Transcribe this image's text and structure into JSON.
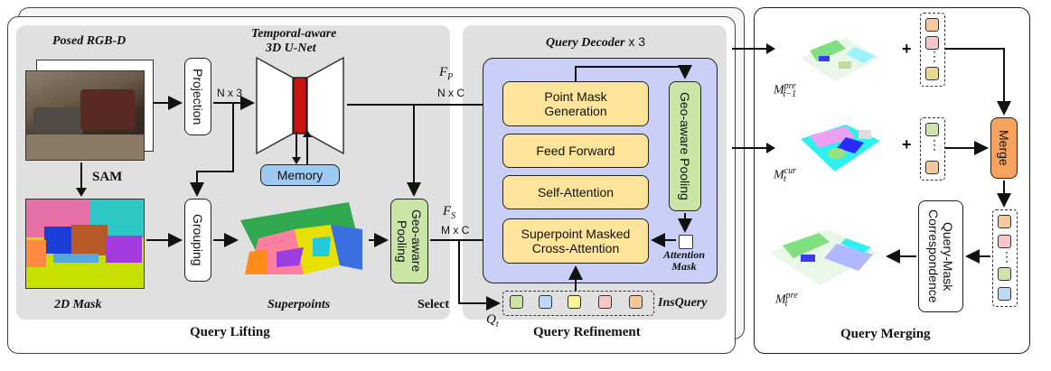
{
  "lifting": {
    "title": "Query Lifting",
    "posed_rgbd": "Posed RGB-D",
    "sam": "SAM",
    "mask2d": "2D Mask",
    "projection": "Projection",
    "nx3": "N x 3",
    "unet_line1": "Temporal-aware",
    "unet_line2": "3D U-Net",
    "memory": "Memory",
    "grouping": "Grouping",
    "superpoints": "Superpoints",
    "geo_pool": "Geo-aware Pooling",
    "select": "Select"
  },
  "refinement": {
    "title": "Query Refinement",
    "decoder_title": "Query Decoder",
    "decoder_times": "x 3",
    "fp": "F",
    "fp_sub": "P",
    "nxc": "N x C",
    "fs": "F",
    "fs_sub": "S",
    "mxc": "M x C",
    "point_mask_1": "Point Mask",
    "point_mask_2": "Generation",
    "feed_forward": "Feed Forward",
    "self_attention": "Self-Attention",
    "sp_masked_1": "Superpoint Masked",
    "sp_masked_2": "Cross-Attention",
    "geo_pool": "Geo-aware Pooling",
    "attn_mask_1": "Attention",
    "attn_mask_2": "Mask",
    "insquery": "InsQuery",
    "qt": "Q",
    "qt_sub": "t",
    "query_colors": [
      "#c9e6a6",
      "#bcd9f7",
      "#fbf39a",
      "#f9c5c5",
      "#f9c89a"
    ]
  },
  "merging": {
    "title": "Query Merging",
    "m_prev": "M",
    "m_prev_sup": "pre",
    "m_prev_sub": "t−1",
    "m_cur": "M",
    "m_cur_sup": "cur",
    "m_cur_sub": "t",
    "m_pre": "M",
    "m_pre_sup": "pre",
    "m_pre_sub": "t",
    "plus": "+",
    "dots": "⋮",
    "merge": "Merge",
    "qmc": "Query-Mask Correspondence",
    "col1_colors": [
      "#f9c89a",
      "#f9c5c5",
      "#e8d890"
    ],
    "col2_colors": [
      "#c9e6a6",
      "#f9c89a"
    ],
    "col3_colors": [
      "#f9c89a",
      "#f9c5c5",
      "#c9e6a6",
      "#bcd9f7"
    ]
  }
}
